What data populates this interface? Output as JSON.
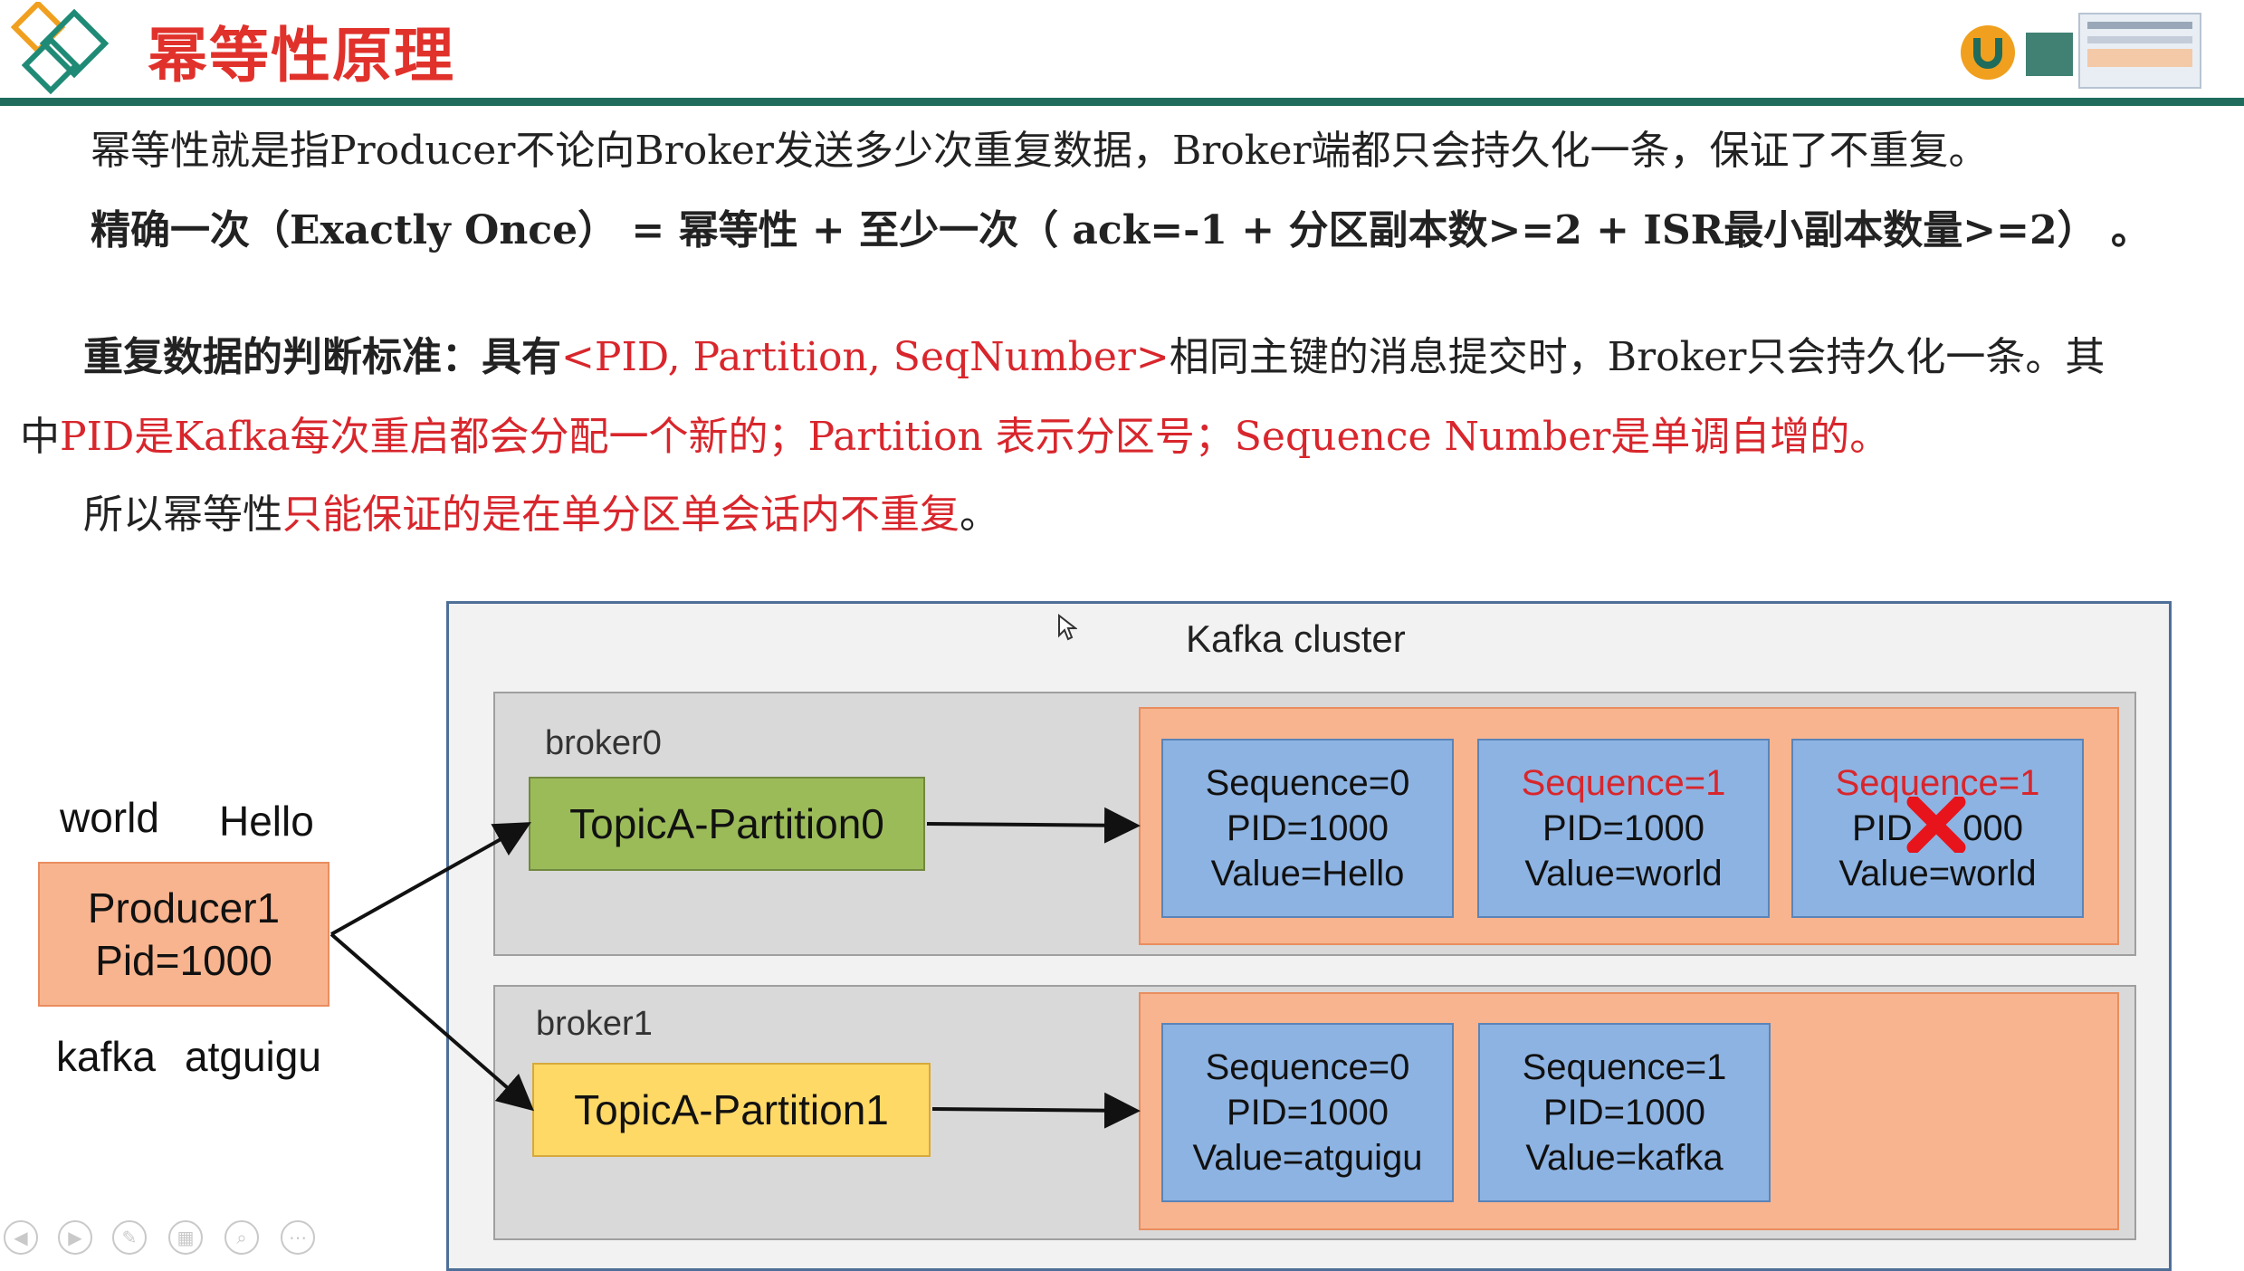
{
  "header": {
    "title": "幂等性原理"
  },
  "paragraphs": {
    "line1": "幂等性就是指Producer不论向Broker发送多少次重复数据，Broker端都只会持久化一条，保证了不重复。",
    "line2": "精确一次（Exactly Once） = 幂等性 + 至少一次（ ack=-1 + 分区副本数>=2 + ISR最小副本数量>=2） 。",
    "line3_prefix": "重复数据的判断标准：具有",
    "line3_key": "<PID, Partition, SeqNumber>",
    "line3_suffix": "相同主键的消息提交时，Broker只会持久化一条。其",
    "line4_prefix": "中",
    "line4_red": "PID是Kafka每次重启都会分配一个新的；Partition 表示分区号；Sequence Number是单调自增的。",
    "line5_prefix": "所以幂等性",
    "line5_red": "只能保证的是在单分区单会话内不重复",
    "line5_suffix": "。"
  },
  "diagram": {
    "cluster_label": "Kafka cluster",
    "producer": {
      "line1": "Producer1",
      "line2": "Pid=1000"
    },
    "producer_words": {
      "top_left": "world",
      "top_right": "Hello",
      "bottom_left": "kafka",
      "bottom_right": "atguigu"
    },
    "brokers": [
      {
        "label": "broker0",
        "partition": "TopicA-Partition0",
        "messages": [
          {
            "seq": "Sequence=0",
            "pid": "PID=1000",
            "value": "Value=Hello"
          },
          {
            "seq": "Sequence=1",
            "pid": "PID=1000",
            "value": "Value=world"
          },
          {
            "seq": "Sequence=1",
            "pid_left": "PID",
            "pid_right": "000",
            "value": "Value=world"
          }
        ]
      },
      {
        "label": "broker1",
        "partition": "TopicA-Partition1",
        "messages": [
          {
            "seq": "Sequence=0",
            "pid": "PID=1000",
            "value": "Value=atguigu"
          },
          {
            "seq": "Sequence=1",
            "pid": "PID=1000",
            "value": "Value=kafka"
          }
        ]
      }
    ]
  },
  "colors": {
    "accent_red": "#d8262c",
    "header_rule": "#1f6b5c",
    "partition0_fill": "#9bbb59",
    "partition1_fill": "#ffd966",
    "message_fill": "#8db3e2",
    "log_fill": "#f8b48f"
  }
}
